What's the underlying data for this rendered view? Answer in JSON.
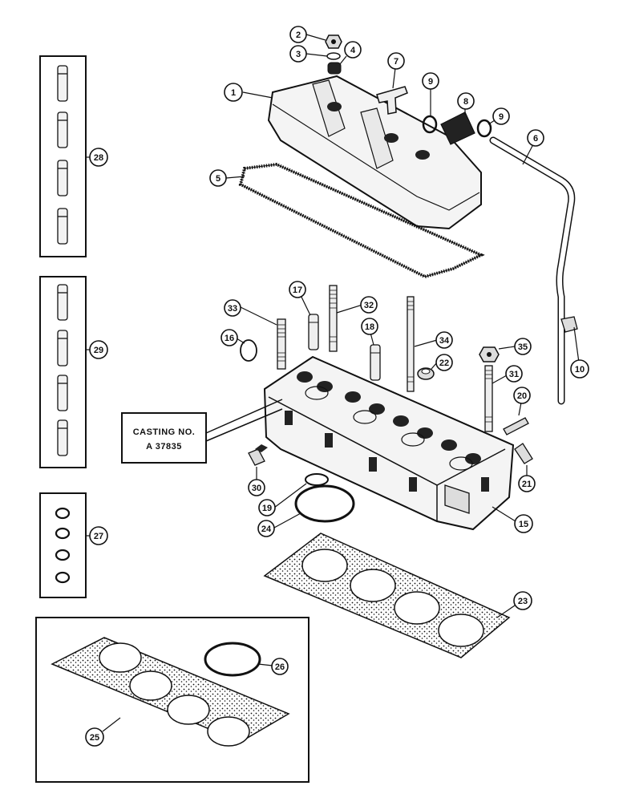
{
  "diagram": {
    "casting_label": {
      "line1": "CASTING NO.",
      "line2": "A 37835"
    },
    "callouts": [
      "1",
      "2",
      "3",
      "4",
      "5",
      "6",
      "7",
      "8",
      "9",
      "9",
      "10",
      "15",
      "16",
      "17",
      "18",
      "19",
      "20",
      "21",
      "22",
      "23",
      "24",
      "25",
      "26",
      "27",
      "28",
      "29",
      "30",
      "31",
      "32",
      "33",
      "34",
      "35"
    ],
    "colors": {
      "ink": "#111111",
      "paper": "#ffffff",
      "part_fill": "#f2f2f2"
    }
  }
}
